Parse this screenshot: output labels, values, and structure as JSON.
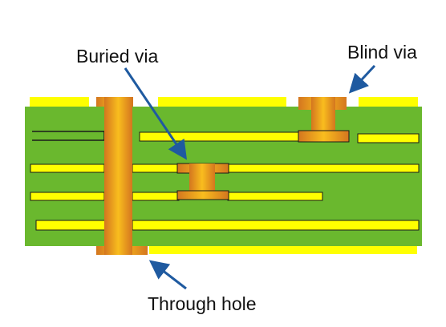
{
  "labels": {
    "buried_via": "Buried via",
    "blind_via": "Blind via",
    "through_hole": "Through hole"
  },
  "colors": {
    "substrate": "#6ab82e",
    "copper_trace": "#ffff00",
    "via_copper_center": "#f7b71b",
    "via_copper_edge": "#d4761f",
    "arrow": "#1f5aa0",
    "outline": "#1a1a1a"
  }
}
